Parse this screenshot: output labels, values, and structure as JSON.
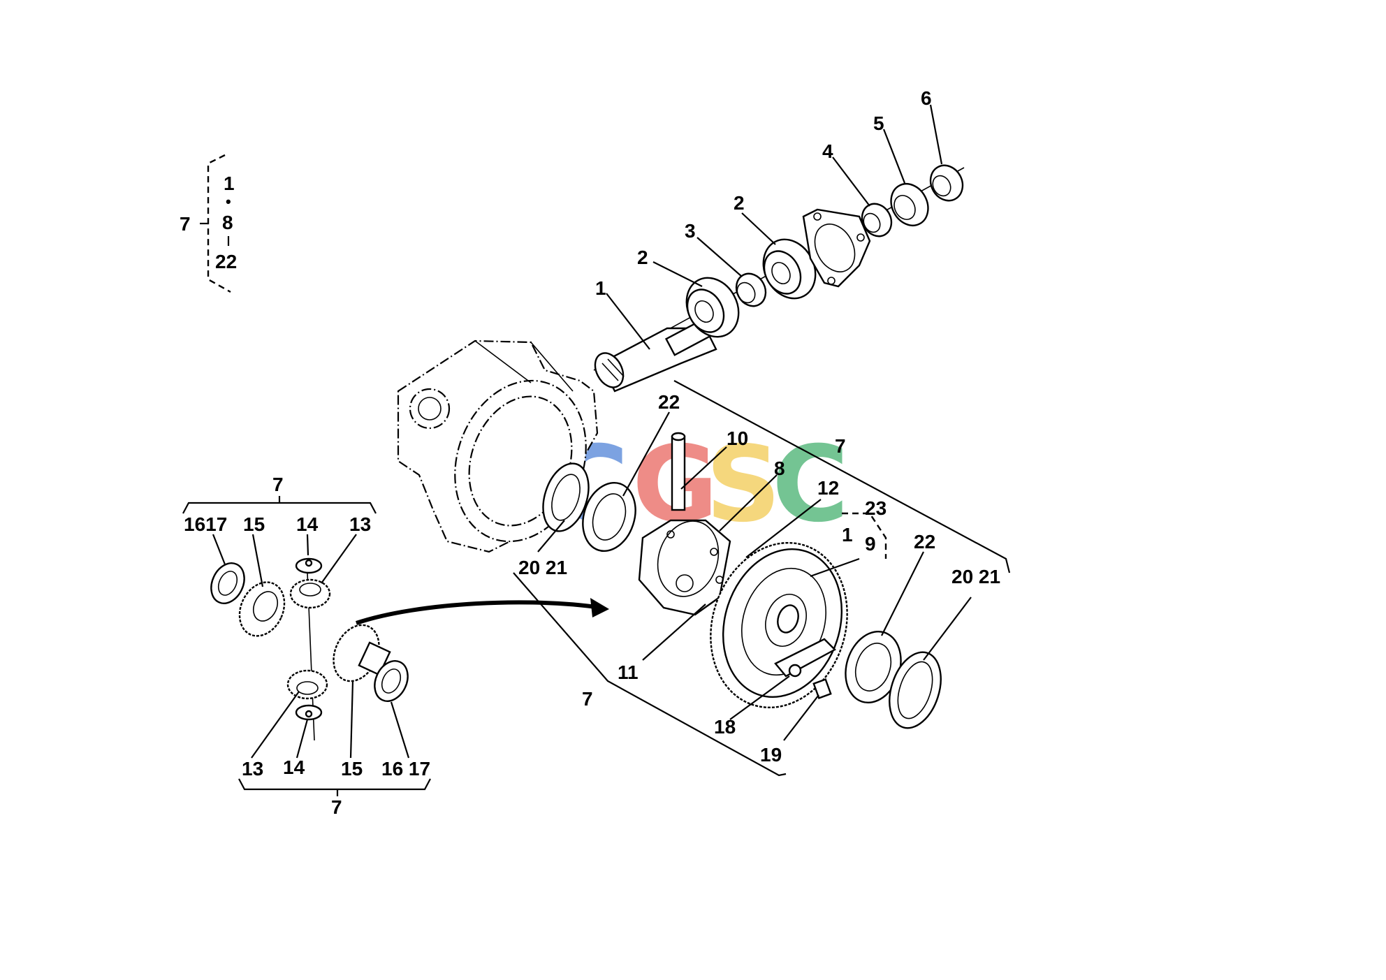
{
  "diagram": {
    "legend_group": {
      "parent": "7",
      "items": [
        "1",
        "•",
        "8",
        "22"
      ]
    },
    "shaft_labels": {
      "pinion": "1",
      "bearing_a": "2",
      "spacer": "3",
      "bearing_b": "2",
      "nut": "4",
      "washer": "5",
      "cap": "6"
    },
    "diff_labels": {
      "bearing_top": "22",
      "pin": "10",
      "group": "7",
      "case_item": "8",
      "bolt": "12",
      "sub_23": "23",
      "sub_1": "1",
      "sub_9": "9",
      "bearing_right": "22",
      "shim_right": "20 21",
      "shim_left": "20 21",
      "case": "11",
      "group_bottom": "7",
      "lock": "18",
      "screw": "19"
    },
    "gear_labels": {
      "group_top": "7",
      "shim_top": "1617",
      "side_gear_top": "15",
      "washer_top": "14",
      "pinion_top": "13",
      "pinion_bottom": "13",
      "washer_bottom": "14",
      "side_gear_bottom": "15",
      "shim_bottom": "16 17",
      "group_bottom": "7"
    },
    "watermark": {
      "letters": [
        "C",
        "G",
        "S",
        "C"
      ],
      "colors": [
        "#4a7fd6",
        "#e8605a",
        "#f2c94c",
        "#3fae6a"
      ]
    }
  }
}
